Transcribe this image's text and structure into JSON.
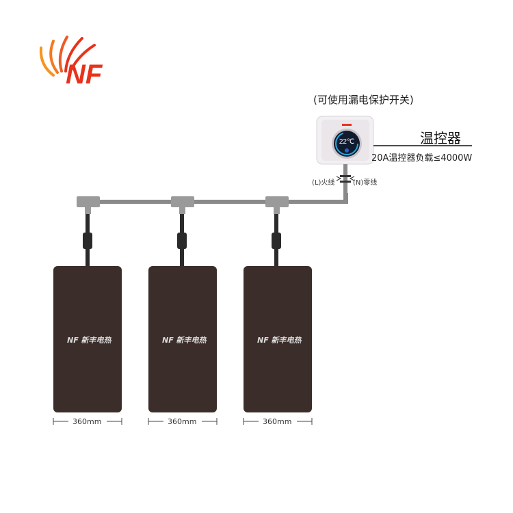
{
  "logo": {
    "text": "NF",
    "colors": {
      "primary": "#e8321c",
      "accent": "#f7941d"
    }
  },
  "breaker_note": "(可使用漏电保护开关)",
  "thermostat": {
    "display": "22℃",
    "title": "温控器",
    "load_rating": "20A温控器负载≤4000W"
  },
  "wires": {
    "live": "(L)火线",
    "neutral": "(N)零线"
  },
  "heating_pads": [
    {
      "brand": "NF 新丰电热",
      "width_label": "360mm"
    },
    {
      "brand": "NF 新丰电热",
      "width_label": "360mm"
    },
    {
      "brand": "NF 新丰电热",
      "width_label": "360mm"
    }
  ],
  "colors": {
    "pad": "#3b2d2a",
    "cable": "#8a8a8a",
    "connector": "#2a2a2a"
  }
}
